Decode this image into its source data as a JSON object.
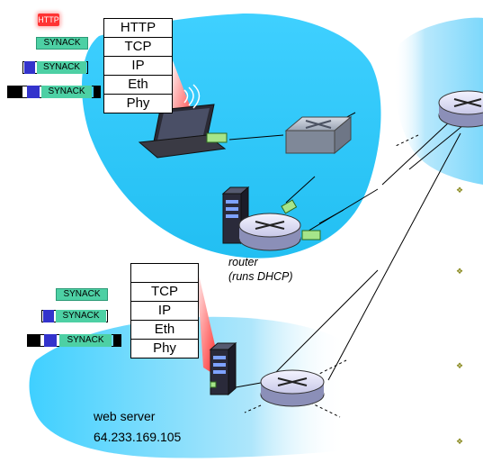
{
  "top_host": {
    "stack_layers": [
      "HTTP",
      "TCP",
      "IP",
      "Eth",
      "Phy"
    ],
    "http_badge": "HTTP",
    "packets": [
      "SYNACK",
      "SYNACK",
      "SYNACK"
    ]
  },
  "server": {
    "stack_layers": [
      "",
      "TCP",
      "IP",
      "Eth",
      "Phy"
    ],
    "packets": [
      "SYNACK",
      "SYNACK",
      "SYNACK"
    ],
    "name": "web server",
    "ip": "64.233.169.105"
  },
  "router_label": {
    "line1": "router",
    "line2": "(runs DHCP)"
  },
  "colors": {
    "network_fill": "#33ccff",
    "network_fill_light": "#bfeaff",
    "packet_green": "#4dd0a4",
    "ip_blue": "#3333cc",
    "eth_black": "#000000",
    "stack_pointer_red": "#ff0000",
    "http_red": "#ff3333",
    "bullet_olive": "#8a8a20"
  },
  "icons": [
    "laptop-icon",
    "switch-icon",
    "router-icon",
    "server-icon"
  ]
}
